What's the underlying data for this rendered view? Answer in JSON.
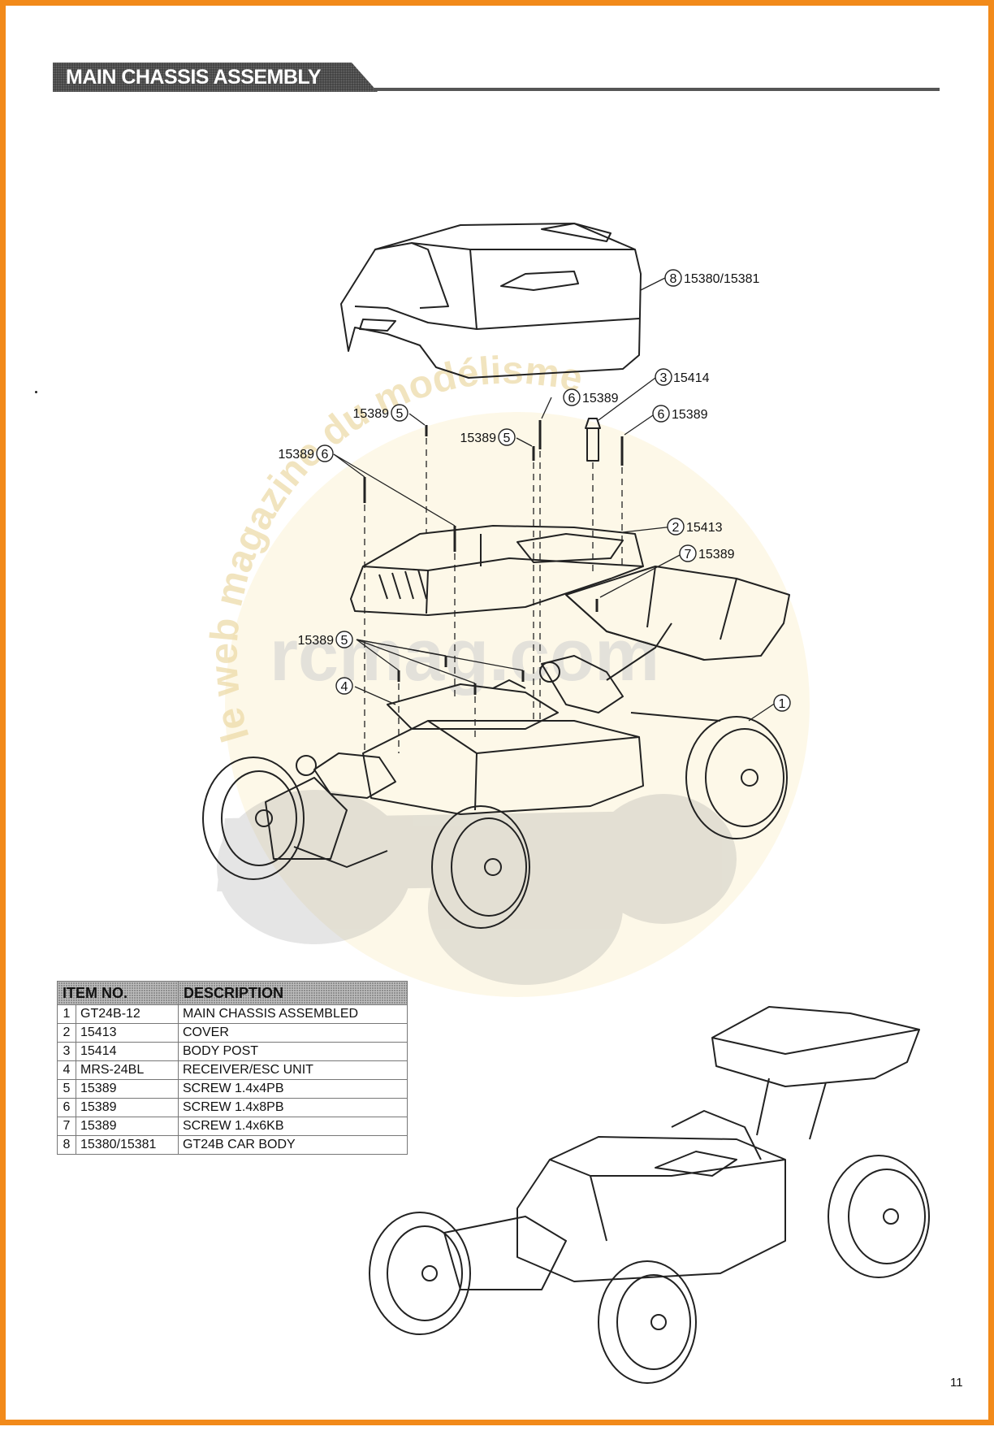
{
  "header": {
    "title": "MAIN CHASSIS ASSEMBLY"
  },
  "watermark": {
    "text": "le web magazine du modélisme",
    "brand": "rcmag.com"
  },
  "callouts": {
    "body": {
      "num": "8",
      "part": "15380/15381"
    },
    "post": {
      "num": "3",
      "part": "15414"
    },
    "screw6_mid": {
      "num": "6",
      "part": "15389"
    },
    "screw6_right": {
      "num": "6",
      "part": "15389"
    },
    "screw5_topleft": {
      "num": "5",
      "part": "15389"
    },
    "screw5_mid": {
      "num": "5",
      "part": "15389"
    },
    "screw6_left": {
      "num": "6",
      "part": "15389"
    },
    "cover": {
      "num": "2",
      "part": "15413"
    },
    "screw7": {
      "num": "7",
      "part": "15389"
    },
    "screw5_lower": {
      "num": "5",
      "part": "15389"
    },
    "esc": {
      "num": "4"
    },
    "chassis": {
      "num": "1"
    }
  },
  "parts_table": {
    "headers": {
      "item": "ITEM NO.",
      "description": "DESCRIPTION"
    },
    "rows": [
      {
        "idx": "1",
        "part": "GT24B-12",
        "desc": "MAIN CHASSIS ASSEMBLED"
      },
      {
        "idx": "2",
        "part": "15413",
        "desc": "COVER"
      },
      {
        "idx": "3",
        "part": "15414",
        "desc": "BODY POST"
      },
      {
        "idx": "4",
        "part": "MRS-24BL",
        "desc": "RECEIVER/ESC UNIT"
      },
      {
        "idx": "5",
        "part": "15389",
        "desc": "SCREW 1.4x4PB"
      },
      {
        "idx": "6",
        "part": "15389",
        "desc": "SCREW 1.4x8PB"
      },
      {
        "idx": "7",
        "part": "15389",
        "desc": "SCREW 1.4x6KB"
      },
      {
        "idx": "8",
        "part": "15380/15381",
        "desc": "GT24B CAR BODY"
      }
    ]
  },
  "page_number": "11",
  "colors": {
    "frame": "#f28a1a",
    "watermark": "#f3dfa8"
  }
}
